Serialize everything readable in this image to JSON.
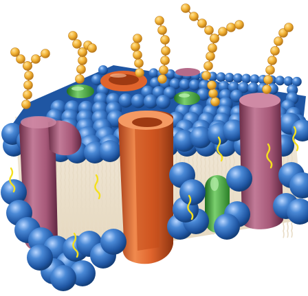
{
  "figure": {
    "subject": "cell-membrane-illustration",
    "colors": {
      "background": "#ffffff",
      "lipid_head": "#2f6fbf",
      "lipid_head_light": "#7fb0ee",
      "lipid_head_dark": "#143f7a",
      "lipid_tail": "#e8dcc6",
      "lipid_tail_shadow": "#b7a688",
      "channel_protein": "#e0642c",
      "channel_protein_light": "#f49a63",
      "channel_protein_dark": "#9e3a12",
      "integral_protein": "#a65878",
      "integral_protein_light": "#cf8aa5",
      "integral_protein_dark": "#6b2d47",
      "peripheral_protein": "#3ea53a",
      "peripheral_protein_light": "#8ed882",
      "glycan_bead": "#f2b233",
      "glycan_bead_dark": "#b9781a",
      "cholesterol": "#f4e01e"
    },
    "parts": [
      {
        "name": "phospholipid-heads",
        "icon": "sphere-grid"
      },
      {
        "name": "fatty-acid-tails",
        "icon": "wavy-lines"
      },
      {
        "name": "channel-protein",
        "icon": "tube"
      },
      {
        "name": "integral-proteins",
        "icon": "capsule"
      },
      {
        "name": "peripheral-proteins",
        "icon": "capsule"
      },
      {
        "name": "glycan-chains",
        "icon": "bead-chain"
      },
      {
        "name": "cholesterol",
        "icon": "squiggle"
      }
    ]
  }
}
